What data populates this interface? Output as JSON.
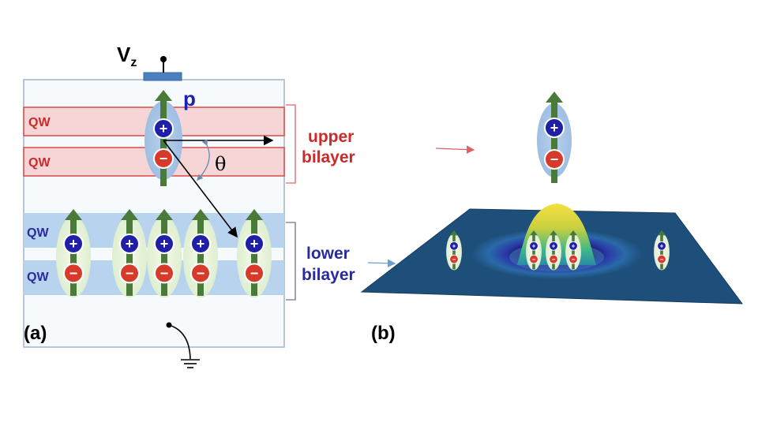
{
  "panel_a": {
    "gate_voltage": {
      "main": "V",
      "sub": "z"
    },
    "dipole_label": "p",
    "angle_label": "θ",
    "upper_qw_labels": [
      "QW",
      "QW"
    ],
    "lower_qw_labels": [
      "QW",
      "QW"
    ],
    "panel_label": "(a)"
  },
  "legend": {
    "upper_bilayer": [
      "upper",
      "bilayer"
    ],
    "lower_bilayer": [
      "lower",
      "bilayer"
    ]
  },
  "panel_b": {
    "panel_label": "(b)"
  },
  "charges": {
    "positive": "+",
    "negative": "−"
  },
  "colors": {
    "upper_qw_fill": "#f5d5d5",
    "upper_qw_stroke": "#d94a4a",
    "lower_qw_fill": "#b8d3ee",
    "dipole_arrow": "#4a7a3a",
    "plus_charge": "#1f1fa8",
    "minus_charge": "#d63a2a",
    "upper_text": "#cc2a2a",
    "lower_text": "#2a2aa0",
    "surface": "#1e4f7a"
  }
}
